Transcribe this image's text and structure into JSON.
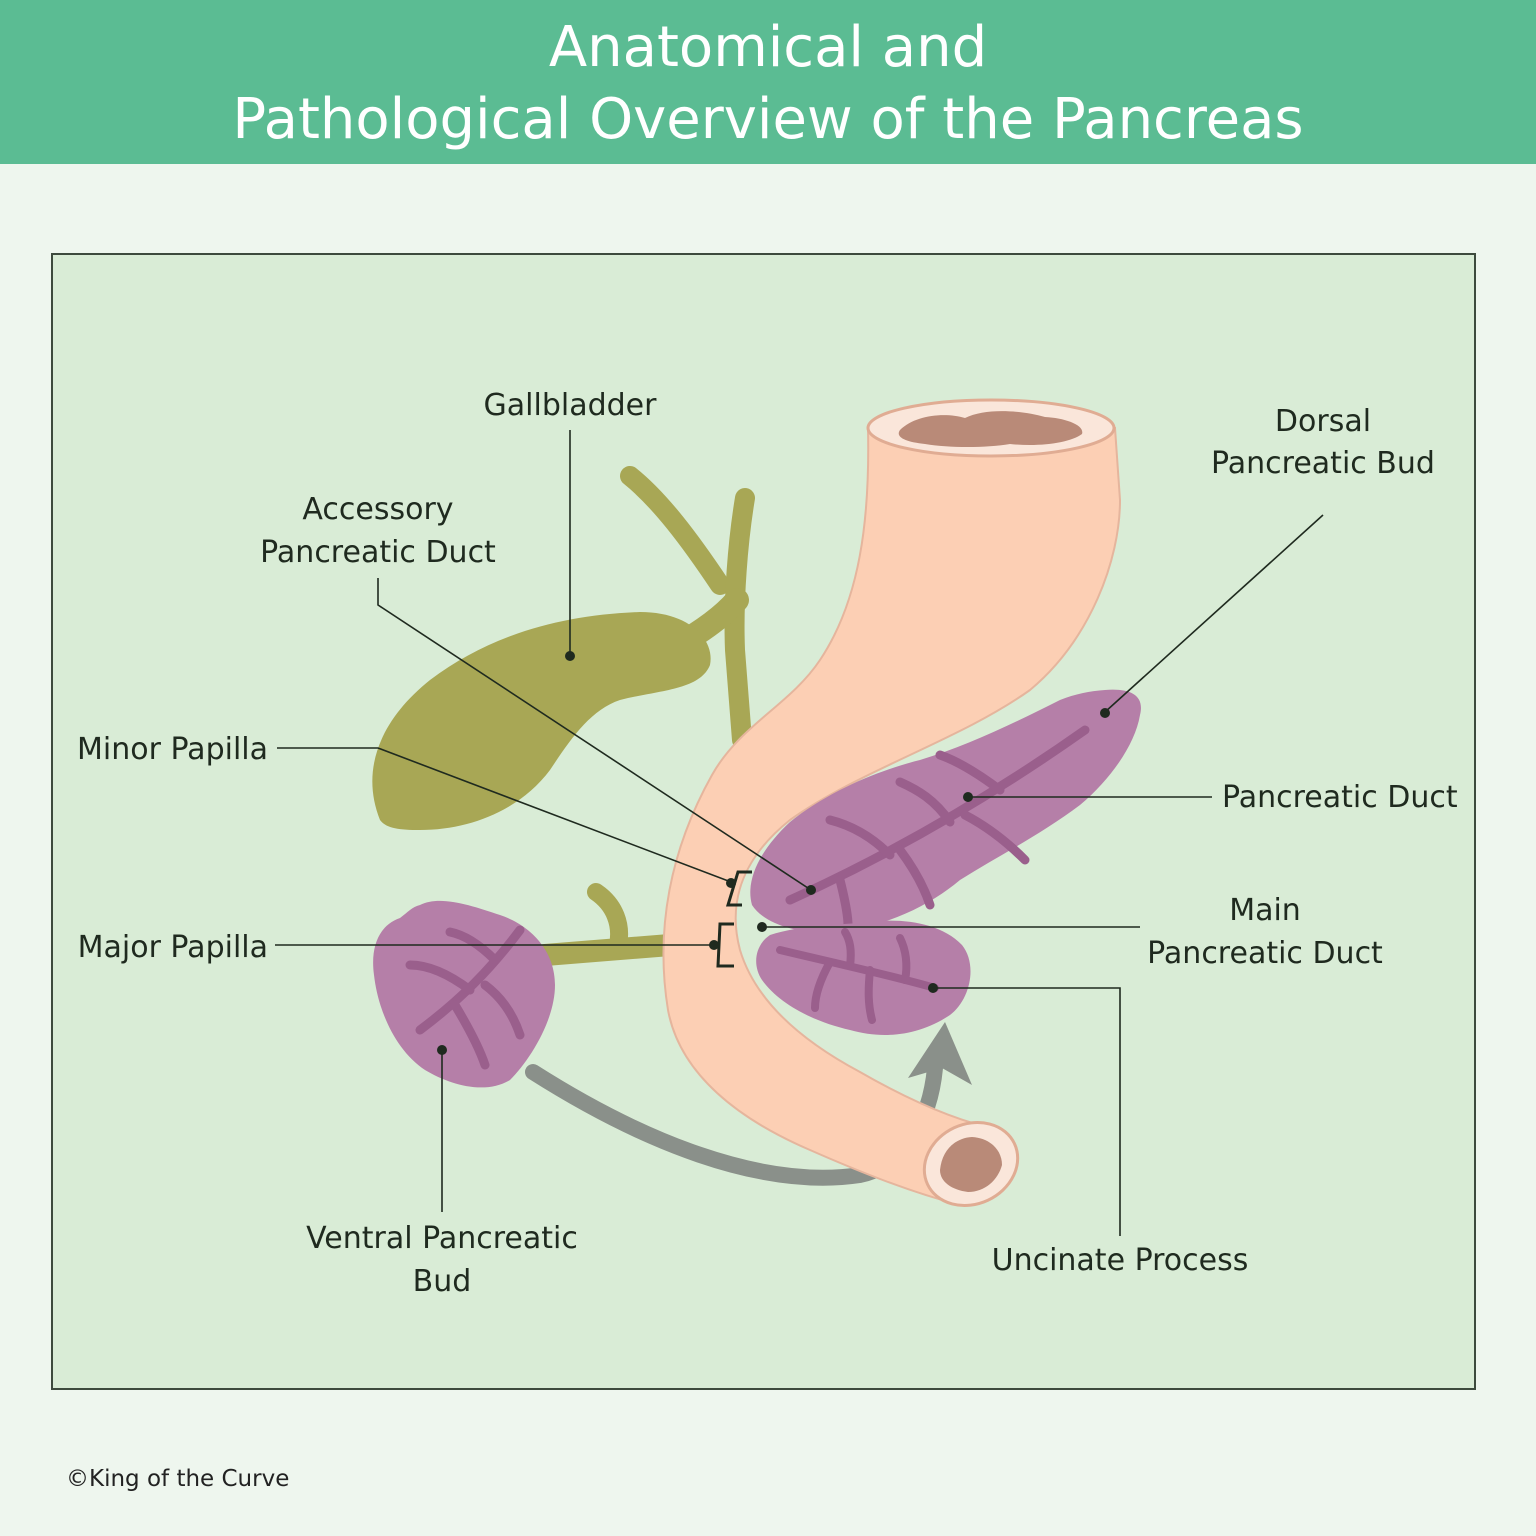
{
  "header": {
    "title_line1": "Anatomical and",
    "title_line2": "Pathological Overview of the Pancreas"
  },
  "labels": {
    "gallbladder": "Gallbladder",
    "accessory_duct_1": "Accessory",
    "accessory_duct_2": "Pancreatic Duct",
    "dorsal_bud_1": "Dorsal",
    "dorsal_bud_2": "Pancreatic Bud",
    "minor_papilla": "Minor Papilla",
    "pancreatic_duct": "Pancreatic Duct",
    "major_papilla": "Major Papilla",
    "main_duct_1": "Main",
    "main_duct_2": "Pancreatic Duct",
    "ventral_bud_1": "Ventral Pancreatic",
    "ventral_bud_2": "Bud",
    "uncinate_process": "Uncinate Process"
  },
  "footer": {
    "copyright": "©King of the Curve"
  },
  "colors": {
    "header": "#5bbc93",
    "background": "#eef6ee",
    "panel": "#d9ecd6",
    "duodenum": "#fccfb4",
    "pancreas": "#b57fa8",
    "pancreas_vein": "#9a5f8c",
    "gallbladder": "#a8a755",
    "lumen": "#b98a78",
    "arrow": "#8a908a"
  }
}
